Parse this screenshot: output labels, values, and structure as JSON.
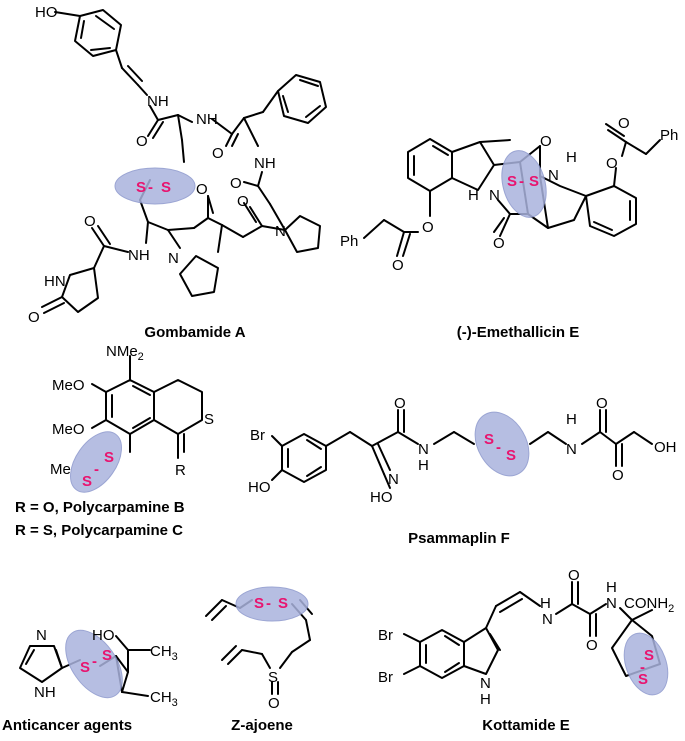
{
  "colors": {
    "sulfur": "#e8146f",
    "highlight": "#aab3dd",
    "ink": "#000000"
  },
  "compounds": {
    "gombamide": {
      "name": "Gombamide A",
      "labels": {
        "ho": "HO",
        "nh1": "NH",
        "nh2": "NH",
        "nh3": "NH",
        "nh4": "NH",
        "n1": "N",
        "n2": "N",
        "o1": "O",
        "o2": "O",
        "o3": "O",
        "o4": "O",
        "o5": "O",
        "o6": "O",
        "o7": "O",
        "hn": "HN",
        "s1": "S",
        "s2": "S",
        "dash": "-"
      }
    },
    "emethallicin": {
      "name": "(-)-Emethallicin E",
      "labels": {
        "ph1": "Ph",
        "ph2": "Ph",
        "o1": "O",
        "o2": "O",
        "o3": "O",
        "o4": "O",
        "o5": "O",
        "o6": "O",
        "h1": "H",
        "h2": "H",
        "n1": "N",
        "n2": "N",
        "s1": "S",
        "s2": "S",
        "dash": "-"
      }
    },
    "polycarpamine": {
      "legend_b": "R = O, Polycarpamine B",
      "legend_c": "R = S, Polycarpamine C",
      "labels": {
        "nme2": "NMe",
        "sub2": "2",
        "meo1": "MeO",
        "meo2": "MeO",
        "s_ring": "S",
        "me": "Me",
        "r": "R",
        "s1": "S",
        "s2": "S",
        "dash": "-"
      }
    },
    "psammaplin": {
      "name": "Psammaplin F",
      "labels": {
        "br": "Br",
        "ho": "HO",
        "o1": "O",
        "o2": "O",
        "o3": "O",
        "n": "N",
        "hon": "HO",
        "hn1": "N",
        "h1": "H",
        "hn2": "N",
        "h2": "H",
        "oh": "OH",
        "s1": "S",
        "s2": "S",
        "dash": "-"
      }
    },
    "anticancer": {
      "name": "Anticancer agents",
      "labels": {
        "n": "N",
        "nh": "NH",
        "ho": "HO",
        "ch3a": "CH",
        "ch3b": "CH",
        "sub3": "3",
        "s1": "S",
        "s2": "S",
        "dash": "-"
      }
    },
    "ajoene": {
      "name": "Z-ajoene",
      "labels": {
        "s_sox": "S",
        "o": "O",
        "s1": "S",
        "s2": "S",
        "dash": "-"
      }
    },
    "kottamide": {
      "name": "Kottamide E",
      "labels": {
        "br1": "Br",
        "br2": "Br",
        "nh_indole": "N",
        "h_indole": "H",
        "o1": "O",
        "o2": "O",
        "h1": "H",
        "n1": "N",
        "h2": "H",
        "n2": "N",
        "conh2": "CONH",
        "sub2": "2",
        "s1": "S",
        "s2": "S",
        "dash": "-"
      }
    }
  }
}
